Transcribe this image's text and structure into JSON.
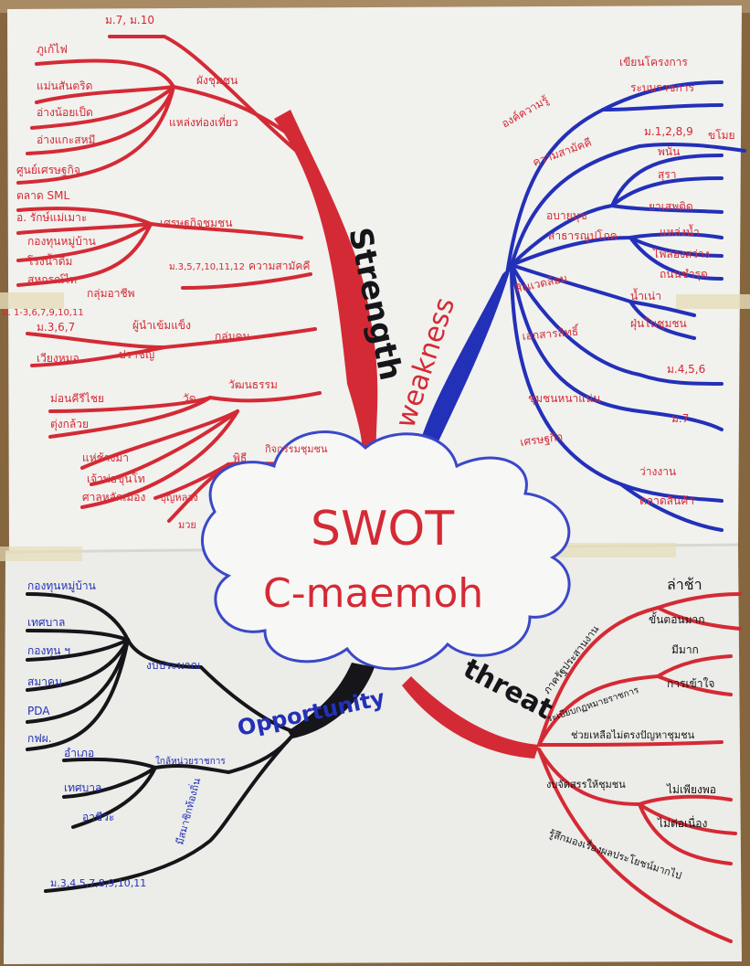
{
  "center": {
    "title": "SWOT",
    "subtitle": "C-maemoh"
  },
  "colors": {
    "strength": "#d42a35",
    "weakness": "#2330b8",
    "opportunity": "#15151a",
    "threat": "#d42a35",
    "cloud": "#3a48c8"
  },
  "strength": {
    "heading": "Strength",
    "labels": [
      "ม.7, ม.10",
      "ภูเก้ไฟ",
      "แม่นสันตริด",
      "อ่างน้อยเป็ด",
      "อ่างแกะสหมี",
      "ศูนย์เศรษฐกิจ",
      "ตลาด SML",
      "อ. รักษ์แม่เมาะ",
      "กองทุนหมู่บ้าน",
      "โรงน้ำดื่ม",
      "สหกรณ์ไท",
      "กลุ่มอาชีพ",
      "ม. 1-3,6,7,9,10,11",
      "ม.3,6,7",
      "ผู้นำเข้มแข็ง",
      "ปราชญ์",
      "เวียงหมอ",
      "กลุ่มคน",
      "ม่อนคีรีไชย",
      "ตุ่งกล้วย",
      "วัด",
      "วัฒนธรรม",
      "แห่ช้างม้า",
      "เจ้าพ่อขุนโท",
      "ศาลหลักเมือง",
      "ม.3,5,7,10,11,12",
      "ความสามัคคี",
      "พิธี",
      "กิจกรรมชุมชน",
      "บุญหลวง",
      "มวย",
      "เศรษฐกิจชุมชน",
      "แหล่งท่องเที่ยว",
      "ผังชุมชน"
    ]
  },
  "weakness": {
    "heading": "weakness",
    "labels": [
      "องค์ความรู้",
      "เขียนโครงการ",
      "ระบบราชการ",
      "ความสามัคคี",
      "ม.1,2,8,9",
      "ขโมย",
      "อบายมุข",
      "พนัน",
      "สุรา",
      "ยาเสพติด",
      "สาธารณูปโภค",
      "แหล่งน้ำ",
      "ไฟส่องสว่าง",
      "ถนนชำรุด",
      "สิ่งแวดล้อม",
      "น้ำเน่า",
      "ฝุ่นในชุมชน",
      "เอกสารสิทธิ์",
      "ม.4,5,6",
      "ชุมชนหนาแน่น",
      "ม.7",
      "เศรษฐกิจ",
      "ว่างงาน",
      "ตลาดสินค้า"
    ]
  },
  "opportunity": {
    "heading": "Opportunity",
    "labels": [
      "กองทุนหมู่บ้าน",
      "เทศบาล",
      "กองทุน ฯ",
      "สมาคม",
      "PDA",
      "กฟผ.",
      "งบประมาณ",
      "อำเภอ",
      "เทศบาล",
      "อาชีวะ",
      "ใกล้หน่วยราชการ",
      "มีสมาชิกท้องถิ่น",
      "ม.3,4,5,7,8,9,10,11"
    ]
  },
  "threat": {
    "heading": "threat",
    "labels": [
      "ล่าช้า",
      "ขั้นตอนมาก",
      "ภาครัฐประสานงาน",
      "มีมาก",
      "การเข้าใจ",
      "ระเบียบกฏหมายราชการ",
      "ช่วยเหลือไม่ตรงปัญหาชุมชน",
      "งบจัดสรรให้ชุมชน",
      "ไม่เพียงพอ",
      "ไม่ต่อเนื่อง",
      "รู้สึกมองเรื่องผลประโยชน์มากไป"
    ]
  }
}
